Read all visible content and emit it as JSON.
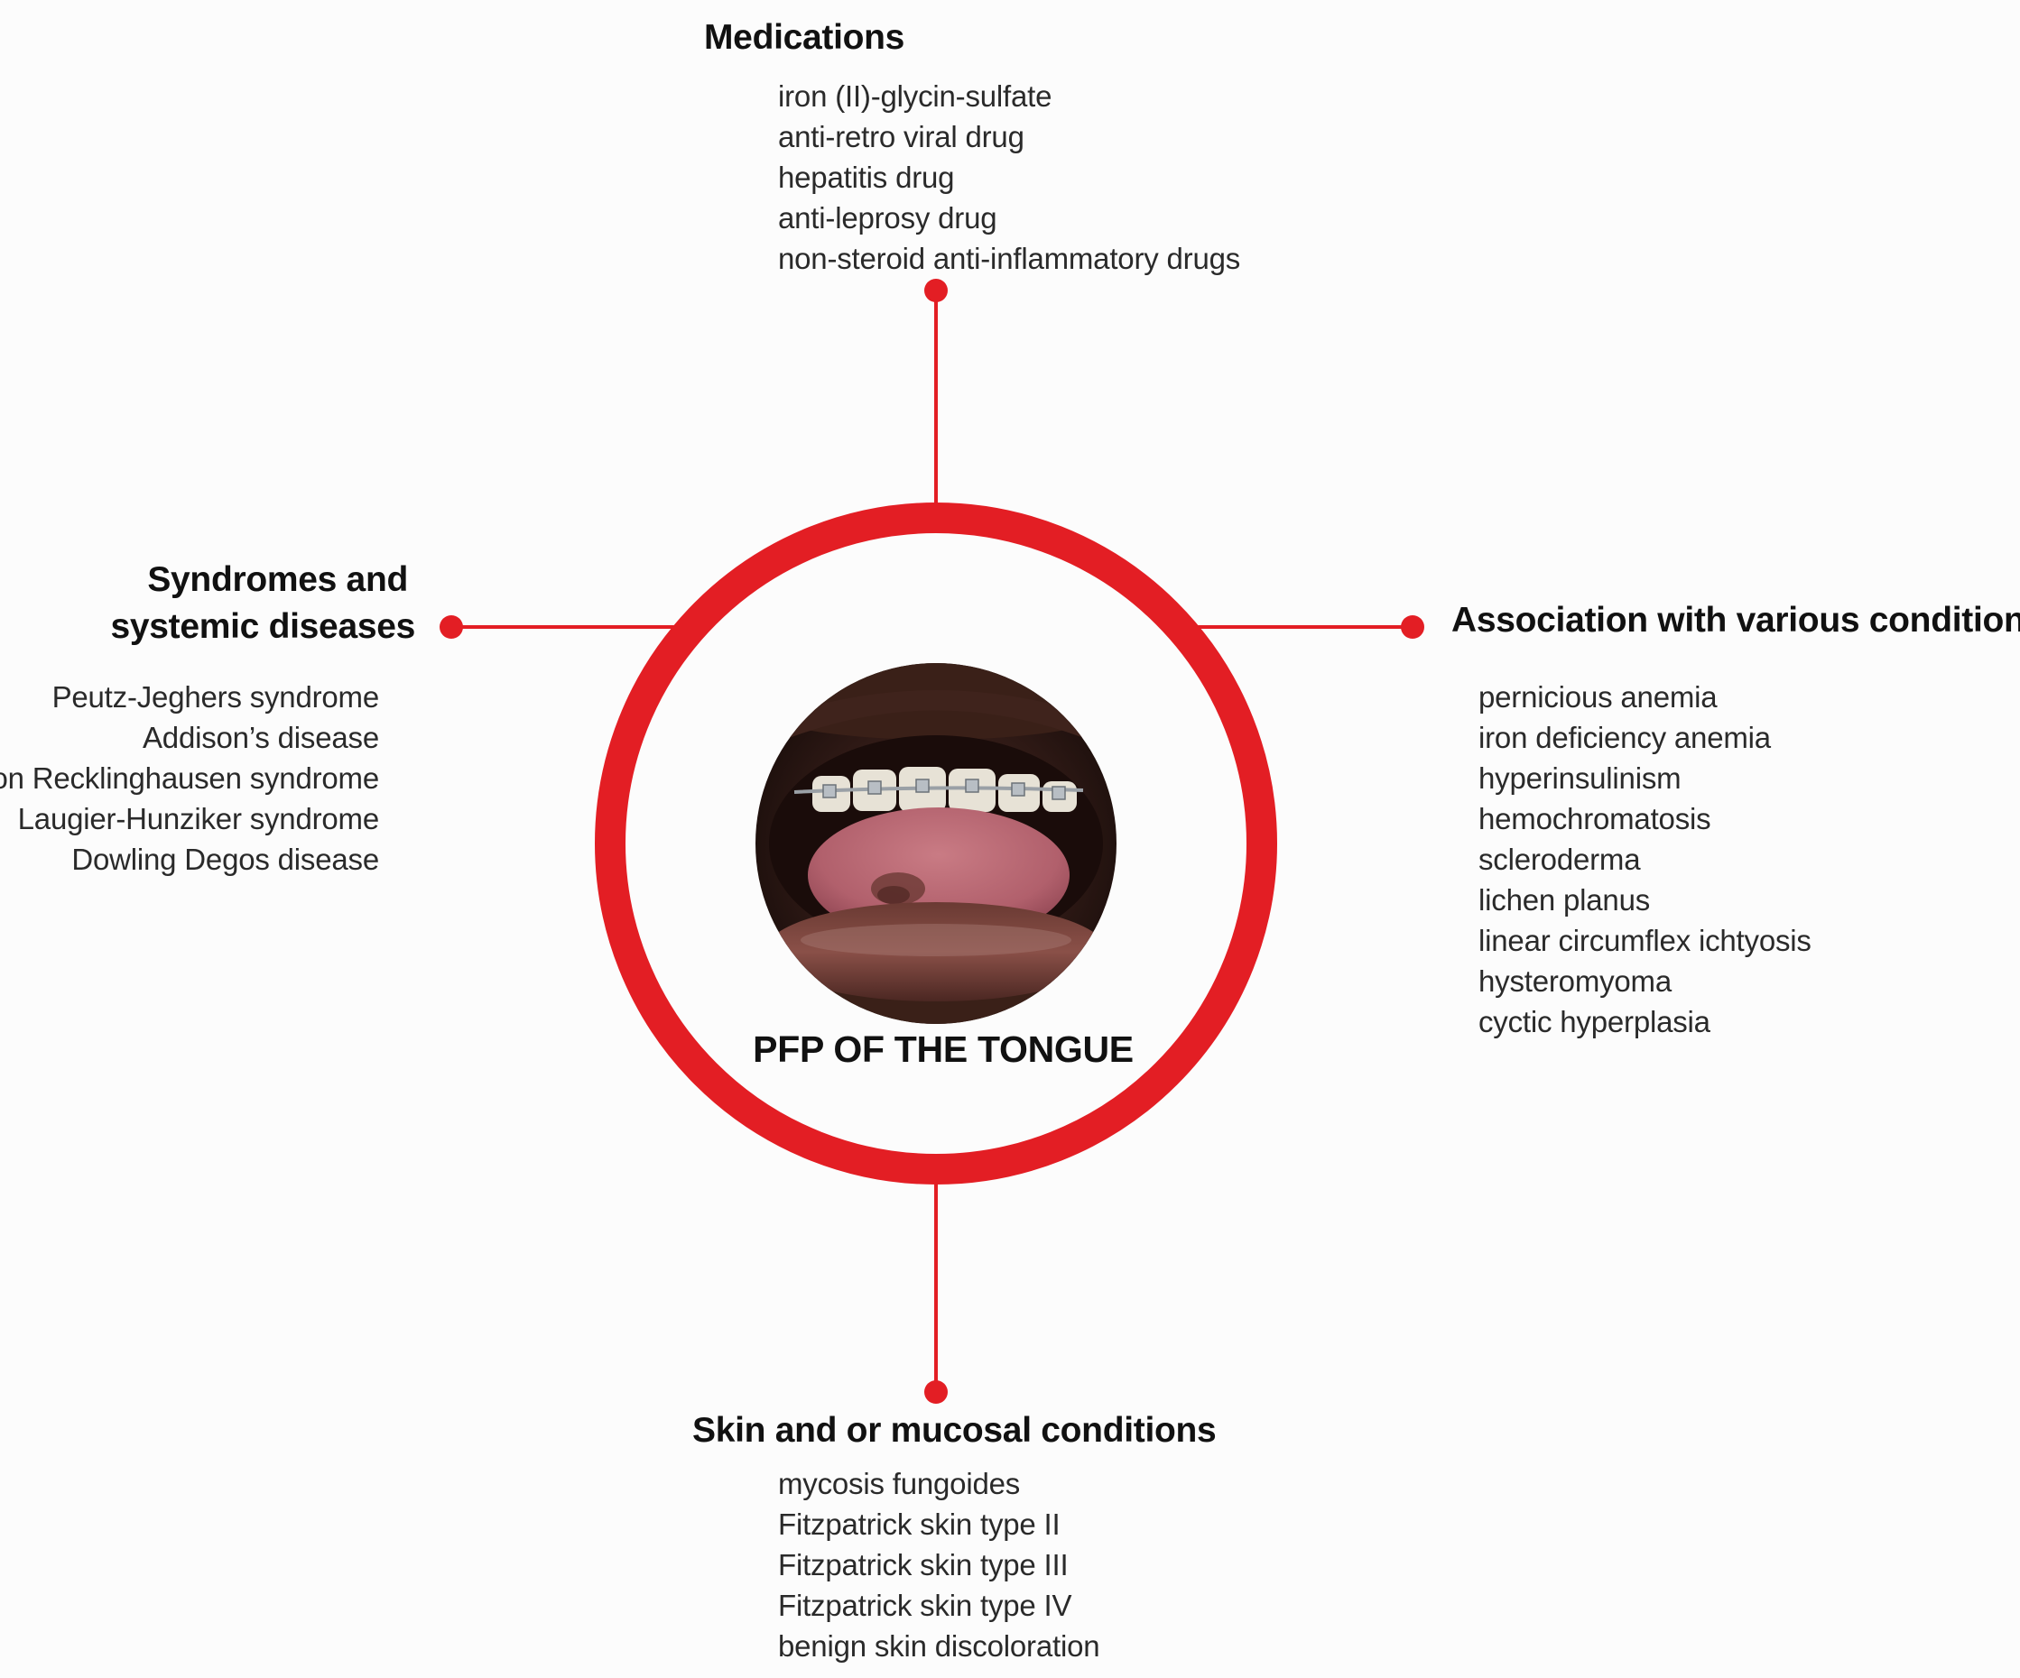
{
  "colors": {
    "accent": "#e31e24",
    "text": "#2a2a2a",
    "background": "#fcfcfc"
  },
  "center": {
    "title": "PFP OF THE TONGUE",
    "image": "open-mouth-tongue-pigmentation-photo"
  },
  "branches": {
    "medications": {
      "heading": "Medications",
      "items": [
        "iron (II)-glycin-sulfate",
        "anti-retro viral drug",
        "hepatitis drug",
        "anti-leprosy drug",
        "non-steroid anti-inflammatory drugs"
      ]
    },
    "syndromes": {
      "heading_line1": "Syndromes and",
      "heading_line2": "systemic diseases",
      "items": [
        "Peutz-Jeghers syndrome",
        "Addison’s disease",
        "von Recklinghausen syndrome",
        "Laugier-Hunziker syndrome",
        "Dowling Degos disease"
      ]
    },
    "associations": {
      "heading": "Association with various conditions",
      "items": [
        "pernicious anemia",
        "iron deficiency anemia",
        "hyperinsulinism",
        "hemochromatosis",
        "scleroderma",
        "lichen planus",
        "linear circumflex ichtyosis",
        "hysteromyoma",
        "cyctic hyperplasia"
      ]
    },
    "skin": {
      "heading": "Skin and or mucosal conditions",
      "items": [
        "mycosis fungoides",
        "Fitzpatrick skin type II",
        "Fitzpatrick skin type III",
        "Fitzpatrick skin type IV",
        "benign skin discoloration"
      ]
    }
  }
}
